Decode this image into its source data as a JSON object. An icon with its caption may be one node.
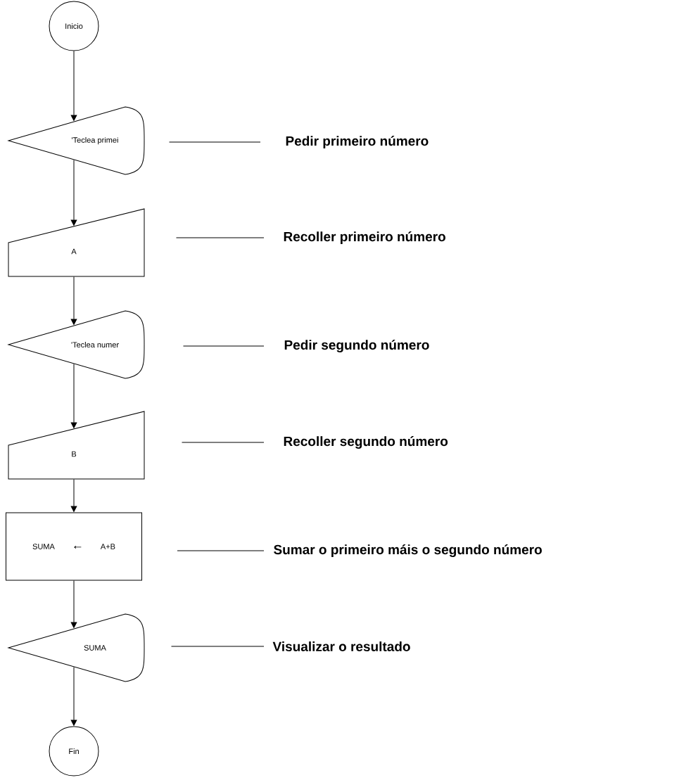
{
  "diagram": {
    "nodes": [
      {
        "text": [
          "Inicio"
        ]
      },
      {
        "text": [
          "'Teclea primei"
        ]
      },
      {
        "text": [
          "A"
        ]
      },
      {
        "text": [
          "'Teclea numer"
        ]
      },
      {
        "text": [
          "B"
        ]
      },
      {
        "text": [
          "SUMA",
          "←",
          "A+B"
        ]
      },
      {
        "text": [
          "SUMA"
        ]
      },
      {
        "text": [
          "Fin"
        ]
      },
      {
        "text": [
          "Pedir primeiro número"
        ]
      },
      {
        "text": [
          "Recoller primeiro número"
        ]
      },
      {
        "text": [
          "Pedir segundo número"
        ]
      },
      {
        "text": [
          "Recoller segundo número"
        ]
      },
      {
        "text": [
          "Sumar o primeiro máis o segundo número"
        ]
      },
      {
        "text": [
          "Visualizar o resultado"
        ]
      }
    ],
    "edges": [
      {
        "from": 0,
        "to": 1,
        "arrow": "to"
      },
      {
        "from": 1,
        "to": 2,
        "arrow": "to"
      },
      {
        "from": 2,
        "to": 3,
        "arrow": "to"
      },
      {
        "from": 3,
        "to": 4,
        "arrow": "to"
      },
      {
        "from": 4,
        "to": 5,
        "arrow": "to"
      },
      {
        "from": 5,
        "to": 6,
        "arrow": "to"
      },
      {
        "from": 6,
        "to": 7,
        "arrow": "to"
      },
      {
        "from": 8,
        "to": 1,
        "arrow": "none"
      },
      {
        "from": 9,
        "to": 2,
        "arrow": "none"
      },
      {
        "from": 10,
        "to": 3,
        "arrow": "none"
      },
      {
        "from": 11,
        "to": 4,
        "arrow": "none"
      },
      {
        "from": 12,
        "to": 5,
        "arrow": "none"
      },
      {
        "from": 13,
        "to": 6,
        "arrow": "none"
      }
    ]
  }
}
